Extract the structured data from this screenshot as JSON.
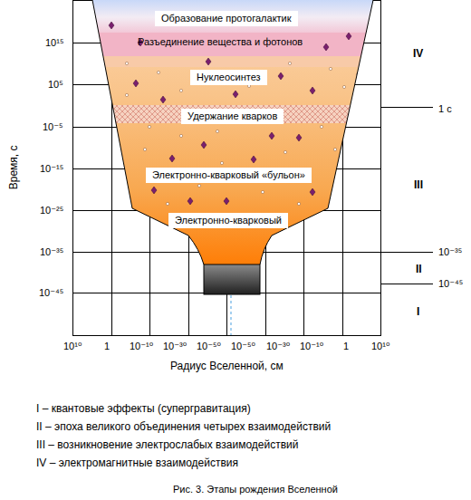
{
  "diagram": {
    "caption": "Рис. 3. Этапы рождения Вселенной",
    "nodes": [
      {
        "text": [
          "Образование протогалактик"
        ]
      },
      {
        "text": [
          "Разъединение вещества и фотонов"
        ]
      },
      {
        "text": [
          "Нуклеосинтез"
        ]
      },
      {
        "text": [
          "Удержание кварков"
        ]
      },
      {
        "text": [
          "Электронно-кварковый «бульон»"
        ]
      },
      {
        "text": [
          "Электронно-кварковый"
        ]
      }
    ],
    "labels": [
      "10¹⁵",
      "10⁵",
      "10⁻⁵",
      "10⁻¹⁵",
      "10⁻²⁵",
      "10⁻³⁵",
      "10⁻⁴⁵",
      "Время, с",
      "10¹⁰",
      "1",
      "10⁻¹⁰",
      "10⁻³⁰",
      "10⁻⁵⁰",
      "10⁻⁵⁰",
      "10⁻³⁰",
      "10⁻¹⁰",
      "1",
      "10¹⁰",
      "Радиус Вселенной, см",
      "IV",
      "1 с",
      "III",
      "10⁻³⁵",
      "II",
      "10⁻⁴⁵",
      "I",
      "I – квантовые эффекты (супергравитация)",
      "II – эпоха великого объединения четырех взаимодействий",
      "III – возникновение электрослабых взаимодействий",
      "IV – электромагнитные взаимодействия"
    ]
  }
}
